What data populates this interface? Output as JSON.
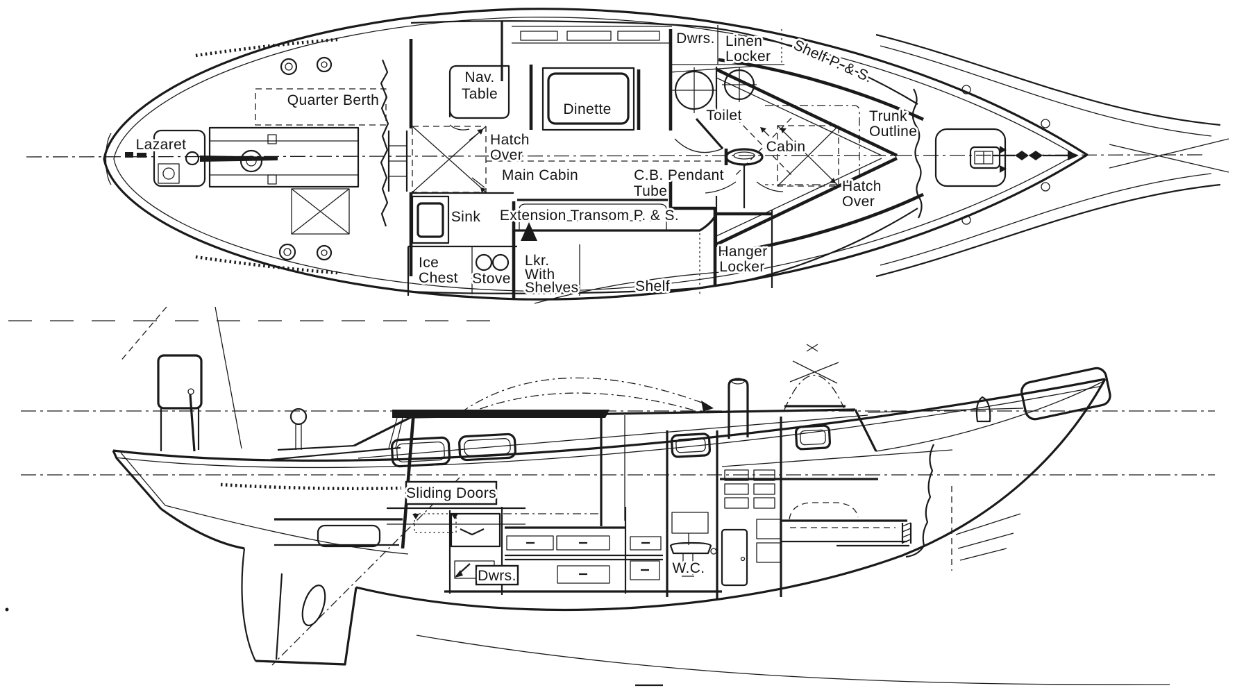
{
  "colors": {
    "ink": "#1a1a1a",
    "paper": "#ffffff"
  },
  "plan": {
    "lazaret": "Lazaret",
    "quarter_berth": "Quarter Berth",
    "nav_table_1": "Nav.",
    "nav_table_2": "Table",
    "hatch_over_main_1": "Hatch",
    "hatch_over_main_2": "Over",
    "dinette": "Dinette",
    "dwrs": "Dwrs.",
    "linen_locker_1": "Linen",
    "linen_locker_2": "Locker",
    "shelf_ps": "Shelf P. & S.",
    "toilet": "Toilet",
    "cabin": "Cabin",
    "trunk_outline_1": "Trunk",
    "trunk_outline_2": "Outline",
    "main_cabin": "Main Cabin",
    "cb_pendant_1": "C.B. Pendant",
    "cb_pendant_2": "Tube",
    "hatch_over_fwd_1": "Hatch",
    "hatch_over_fwd_2": "Over",
    "sink": "Sink",
    "extension_transom": "Extension Transom P. & S.",
    "ice_chest_1": "Ice",
    "ice_chest_2": "Chest",
    "stove": "Stove",
    "lkr_1": "Lkr.",
    "lkr_2": "With",
    "lkr_3": "Shelves",
    "shelf": "Shelf",
    "hanger_locker_1": "Hanger",
    "hanger_locker_2": "Locker"
  },
  "profile": {
    "sliding_doors": "Sliding Doors",
    "dwrs": "Dwrs.",
    "wc": "W.C."
  }
}
